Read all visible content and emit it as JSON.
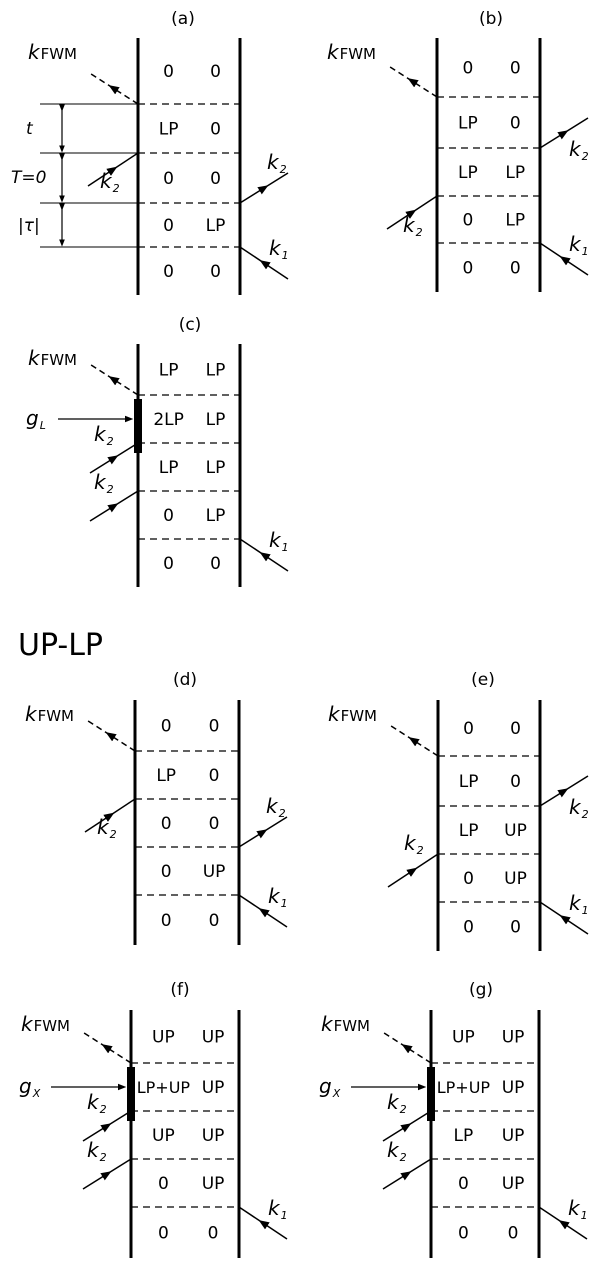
{
  "section_title": "UP-LP",
  "k_fwm": {
    "main": "k",
    "sub": "FWM"
  },
  "k1": {
    "main": "k",
    "sub": "1"
  },
  "k2": {
    "main": "k",
    "sub": "2"
  },
  "time_labels": {
    "t": "t",
    "T": "T=0",
    "tau": "|τ|"
  },
  "diagrams": [
    {
      "label": "(a)",
      "rows": [
        [
          "0",
          "0"
        ],
        [
          "LP",
          "0"
        ],
        [
          "0",
          "0"
        ],
        [
          "0",
          "LP"
        ],
        [
          "0",
          "0"
        ]
      ],
      "coupling": null
    },
    {
      "label": "(b)",
      "rows": [
        [
          "0",
          "0"
        ],
        [
          "LP",
          "0"
        ],
        [
          "LP",
          "LP"
        ],
        [
          "0",
          "LP"
        ],
        [
          "0",
          "0"
        ]
      ],
      "coupling": null
    },
    {
      "label": "(c)",
      "rows": [
        [
          "LP",
          "LP"
        ],
        [
          "2LP",
          "LP"
        ],
        [
          "LP",
          "LP"
        ],
        [
          "0",
          "LP"
        ],
        [
          "0",
          "0"
        ]
      ],
      "coupling": {
        "main": "g",
        "sub": "L"
      }
    },
    {
      "label": "(d)",
      "rows": [
        [
          "0",
          "0"
        ],
        [
          "LP",
          "0"
        ],
        [
          "0",
          "0"
        ],
        [
          "0",
          "UP"
        ],
        [
          "0",
          "0"
        ]
      ],
      "coupling": null
    },
    {
      "label": "(e)",
      "rows": [
        [
          "0",
          "0"
        ],
        [
          "LP",
          "0"
        ],
        [
          "LP",
          "UP"
        ],
        [
          "0",
          "UP"
        ],
        [
          "0",
          "0"
        ]
      ],
      "coupling": null
    },
    {
      "label": "(f)",
      "rows": [
        [
          "UP",
          "UP"
        ],
        [
          "LP+UP",
          "UP"
        ],
        [
          "UP",
          "UP"
        ],
        [
          "0",
          "UP"
        ],
        [
          "0",
          "0"
        ]
      ],
      "coupling": {
        "main": "g",
        "sub": "X"
      }
    },
    {
      "label": "(g)",
      "rows": [
        [
          "UP",
          "UP"
        ],
        [
          "LP+UP",
          "UP"
        ],
        [
          "LP",
          "UP"
        ],
        [
          "0",
          "UP"
        ],
        [
          "0",
          "0"
        ]
      ],
      "coupling": {
        "main": "g",
        "sub": "X"
      }
    }
  ]
}
